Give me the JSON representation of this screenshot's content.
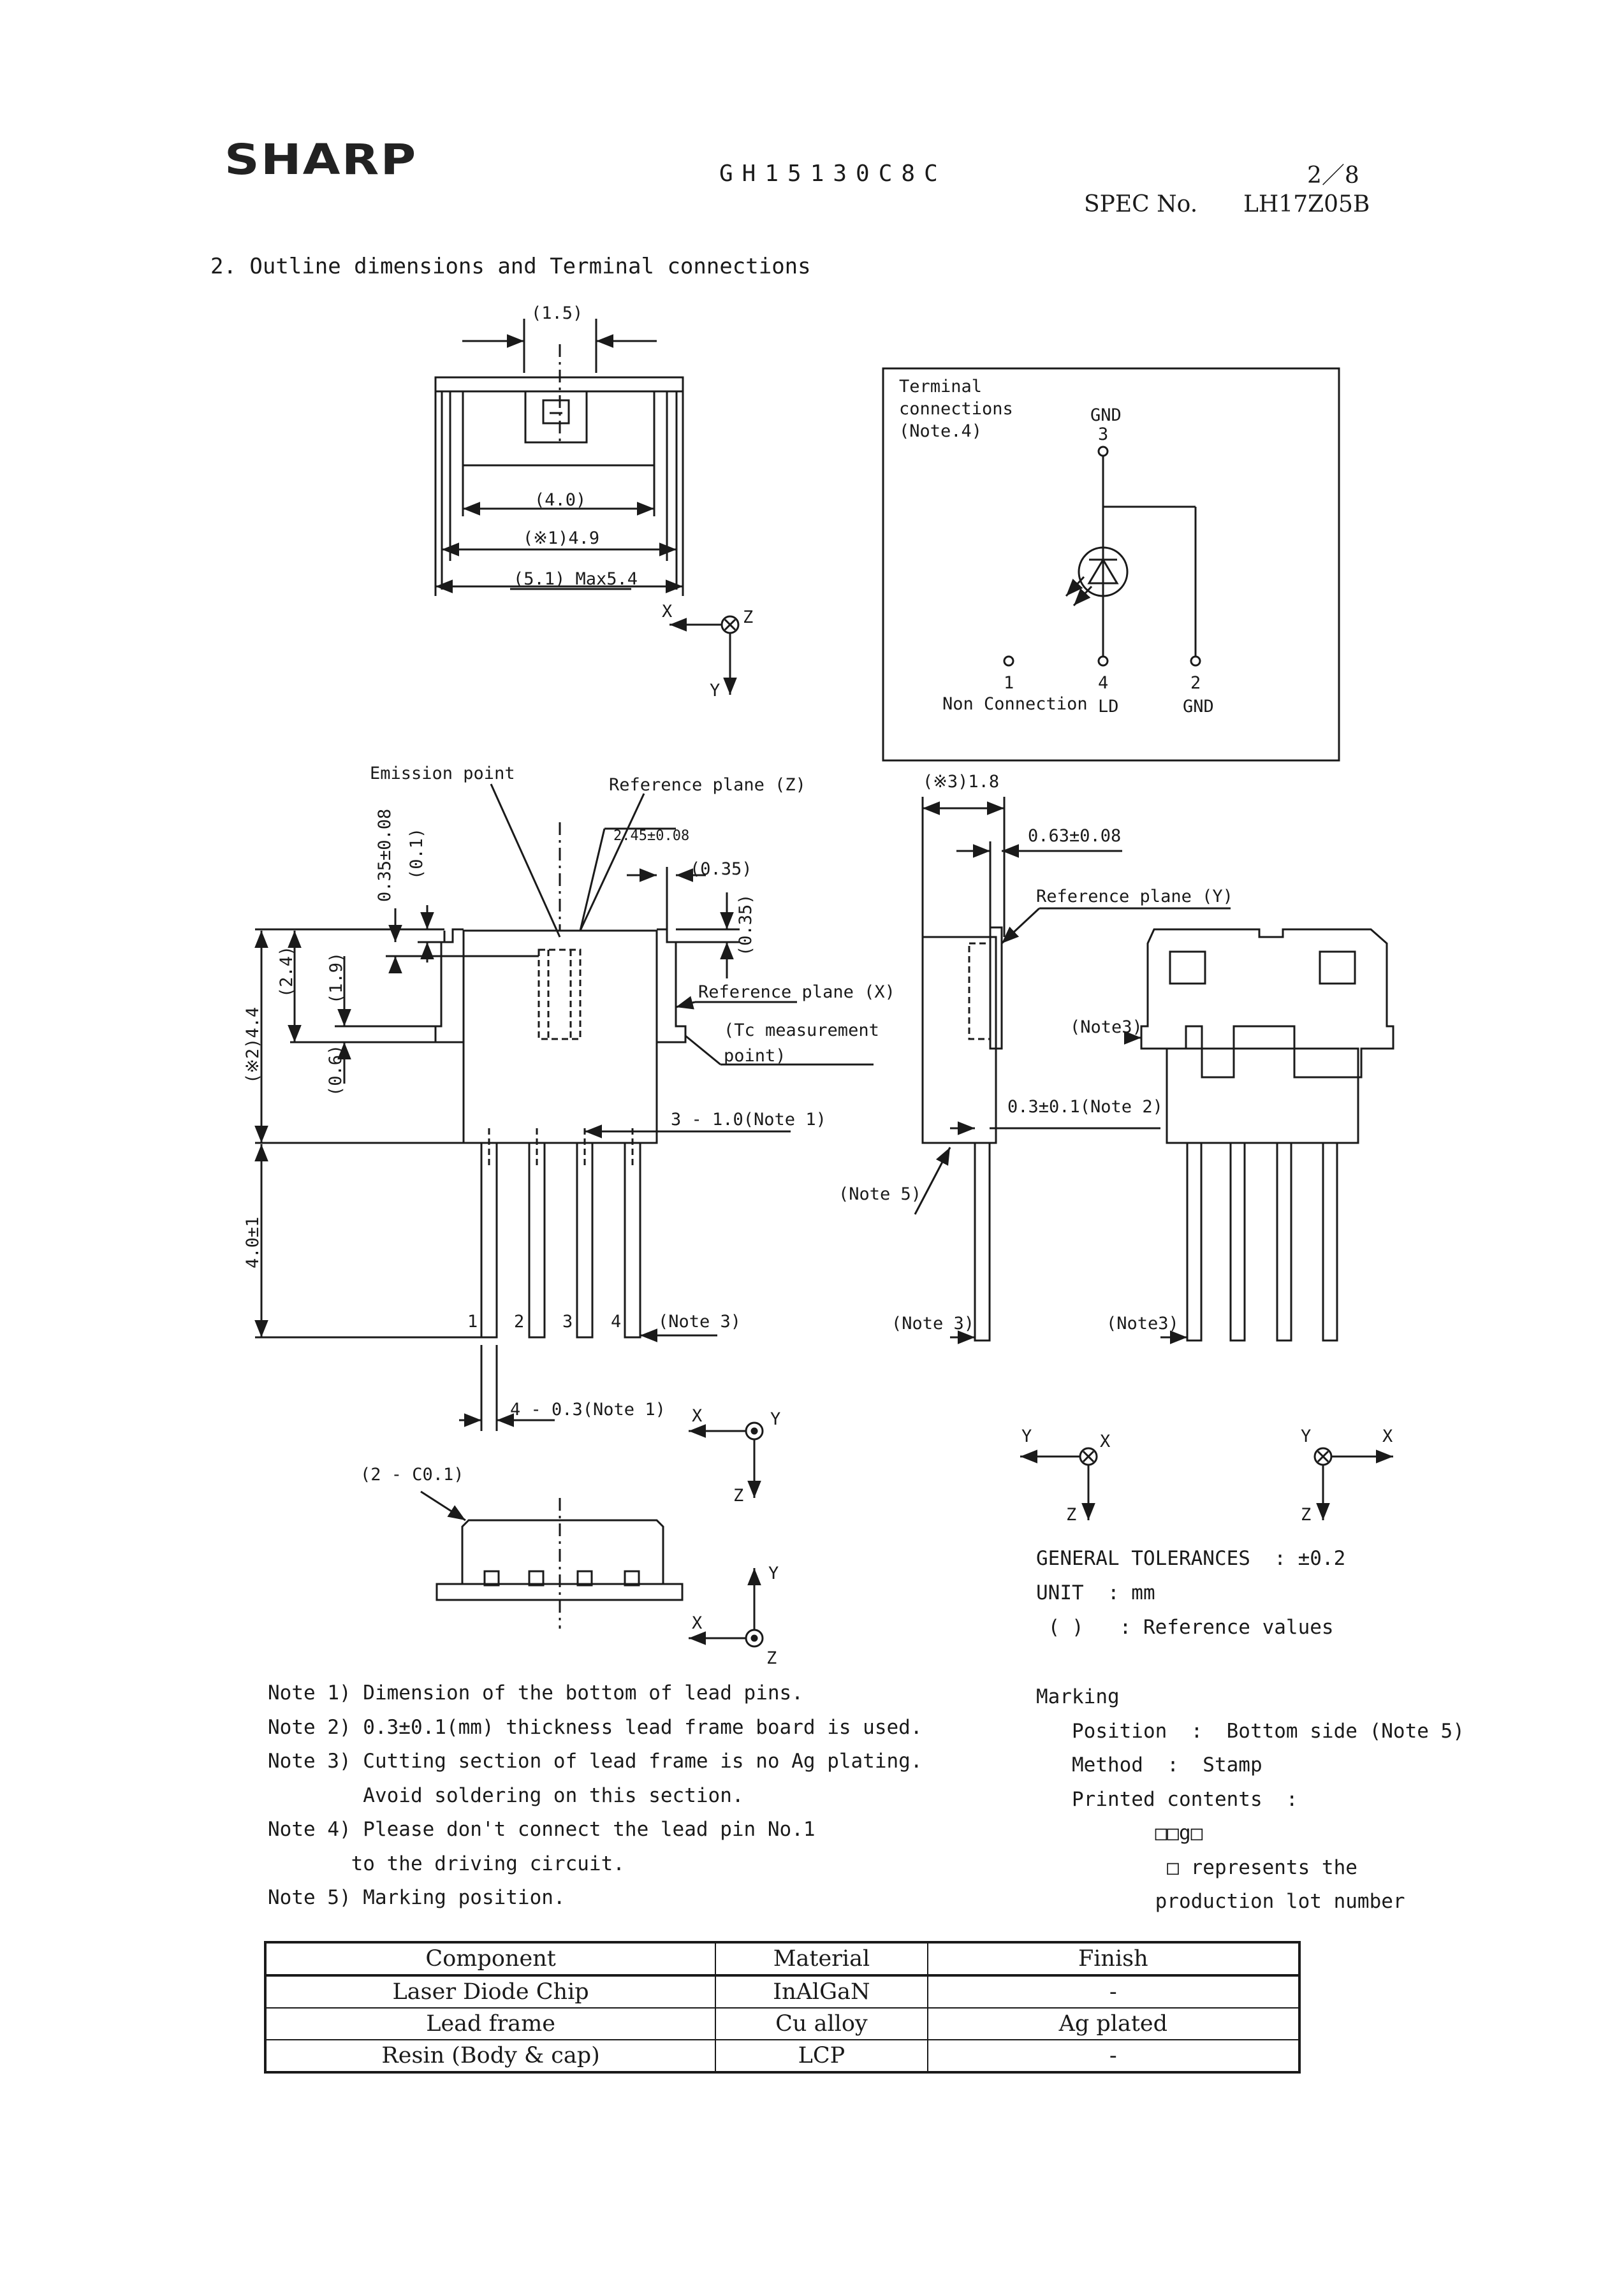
{
  "header": {
    "logo_text": "SHARP",
    "model": "GH15130C8C",
    "page": "2／8",
    "spec_label": "SPEC No.",
    "spec_value": "LH17Z05B"
  },
  "section_title": "2. Outline dimensions and Terminal connections",
  "drawing": {
    "top_view": {
      "dim_1_5": "(1.5)",
      "dim_4_0": "(4.0)",
      "dim_4_9": "(※1)4.9",
      "dim_5_4": "(5.1) Max5.4",
      "axis_x": "X",
      "axis_y": "Y",
      "axis_z": "Z"
    },
    "terminal_box": {
      "title_1": "Terminal",
      "title_2": "connections",
      "title_3": "(Note.4)",
      "gnd_top": "GND",
      "pin3": "3",
      "pin1": "1",
      "pin4": "4",
      "pin2": "2",
      "non_connection": "Non Connection",
      "ld": "LD",
      "gnd_bottom": "GND"
    },
    "front_view": {
      "emission_point": "Emission point",
      "ref_plane_z": "Reference plane (Z)",
      "dim_035_008": "0.35±0.08",
      "dim_01": "(0.1)",
      "dim_245_008": "2.45±0.08",
      "dim_035": "(0.35)",
      "dim_035_v": "(0.35)",
      "ref_plane_x": "Reference plane (X)",
      "tc_1": "(Tc measurement",
      "tc_2": "point)",
      "dim_24": "(2.4)",
      "dim_19": "(1.9)",
      "dim_06": "(0.6)",
      "dim_44": "(※2)4.4",
      "dim_pitch": "3 - 1.0(Note 1)",
      "dim_40": "4.0±1",
      "pin_1": "1",
      "pin_2": "2",
      "pin_3": "3",
      "pin_4": "4",
      "note3": "(Note 3)",
      "dim_lead": "4 - 0.3(Note 1)",
      "axis_x": "X",
      "axis_y": "Y",
      "axis_z": "Z"
    },
    "bottom_view": {
      "chamfer": "(2 - C0.1)",
      "axis_x": "X",
      "axis_y": "Y",
      "axis_z": "Z"
    },
    "side_view": {
      "dim_18": "(※3)1.8",
      "dim_063": "0.63±0.08",
      "ref_plane_y": "Reference plane (Y)",
      "dim_03": "0.3±0.1(Note 2)",
      "note5": "(Note 5)",
      "note3": "(Note 3)",
      "axis_y": "Y",
      "axis_x": "X",
      "axis_z": "Z"
    },
    "back_view": {
      "note3_top": "(Note3)",
      "note3_bottom": "(Note3)",
      "axis_y": "Y",
      "axis_x": "X",
      "axis_z": "Z"
    }
  },
  "tolerances": {
    "general": "GENERAL TOLERANCES  : ±0.2",
    "unit": "UNIT  : mm",
    "reference": " ( )   : Reference values"
  },
  "notes": [
    "Note 1) Dimension of the bottom of lead pins.",
    "Note 2) 0.3±0.1(mm) thickness lead frame board is used.",
    "Note 3) Cutting section of lead frame is no Ag plating.",
    "        Avoid soldering on this section.",
    "Note 4) Please don't connect the lead pin No.1",
    "       to the driving circuit.",
    "Note 5) Marking position."
  ],
  "marking": {
    "title": "Marking",
    "position": "   Position  :  Bottom side (Note 5)",
    "method": "   Method  :  Stamp",
    "printed": "   Printed contents  :",
    "code": "          □□g□",
    "represents": "           □ represents the",
    "lot": "          production lot number"
  },
  "materials_table": {
    "headers": [
      "Component",
      "Material",
      "Finish"
    ],
    "rows": [
      [
        "Laser Diode Chip",
        "InAlGaN",
        "-"
      ],
      [
        "Lead frame",
        "Cu alloy",
        "Ag plated"
      ],
      [
        "Resin (Body & cap)",
        "LCP",
        "-"
      ]
    ]
  }
}
